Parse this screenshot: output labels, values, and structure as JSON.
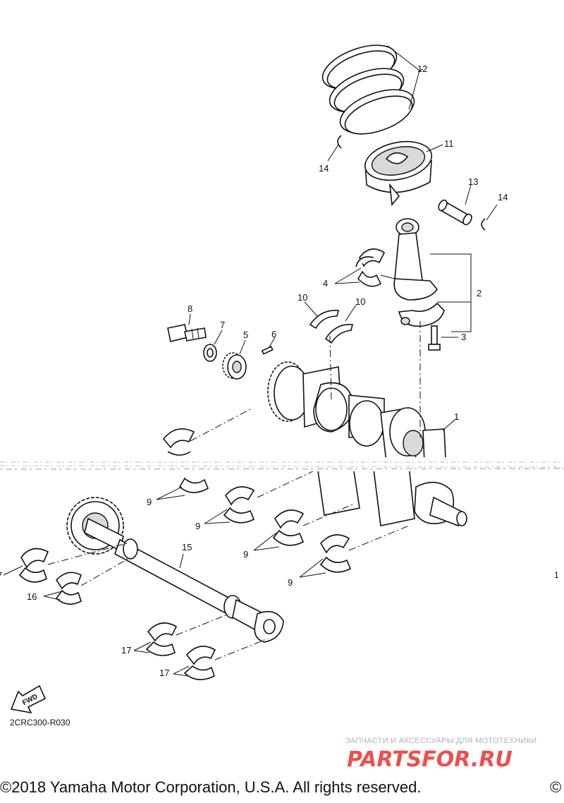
{
  "diagram": {
    "callouts": {
      "n1": "1",
      "n2": "2",
      "n3": "3",
      "n4": "4",
      "n5": "5",
      "n6": "6",
      "n7": "7",
      "n8": "8",
      "n9a": "9",
      "n9b": "9",
      "n9c": "9",
      "n9d": "9",
      "n10a": "10",
      "n10b": "10",
      "n11": "11",
      "n12": "12",
      "n13": "13",
      "n14a": "14",
      "n14b": "14",
      "n15": "15",
      "n16": "16",
      "n17a": "17",
      "n17b": "17",
      "n17c": "7"
    },
    "diagram_code": "2CRC300-R030",
    "side_label": "1",
    "fwd_label": "FWD"
  },
  "watermark": {
    "subtitle": "ЗАПЧАСТИ И АКСЕССУАРЫ ДЛЯ МОТОТЕХНИКИ",
    "logo_text": "PARTSFOR.RU",
    "logo_color": "#e8322e"
  },
  "footer": {
    "copyright": "©2018 Yamaha Motor Corporation, U.S.A. All rights reserved.",
    "copyright_right": "©"
  }
}
